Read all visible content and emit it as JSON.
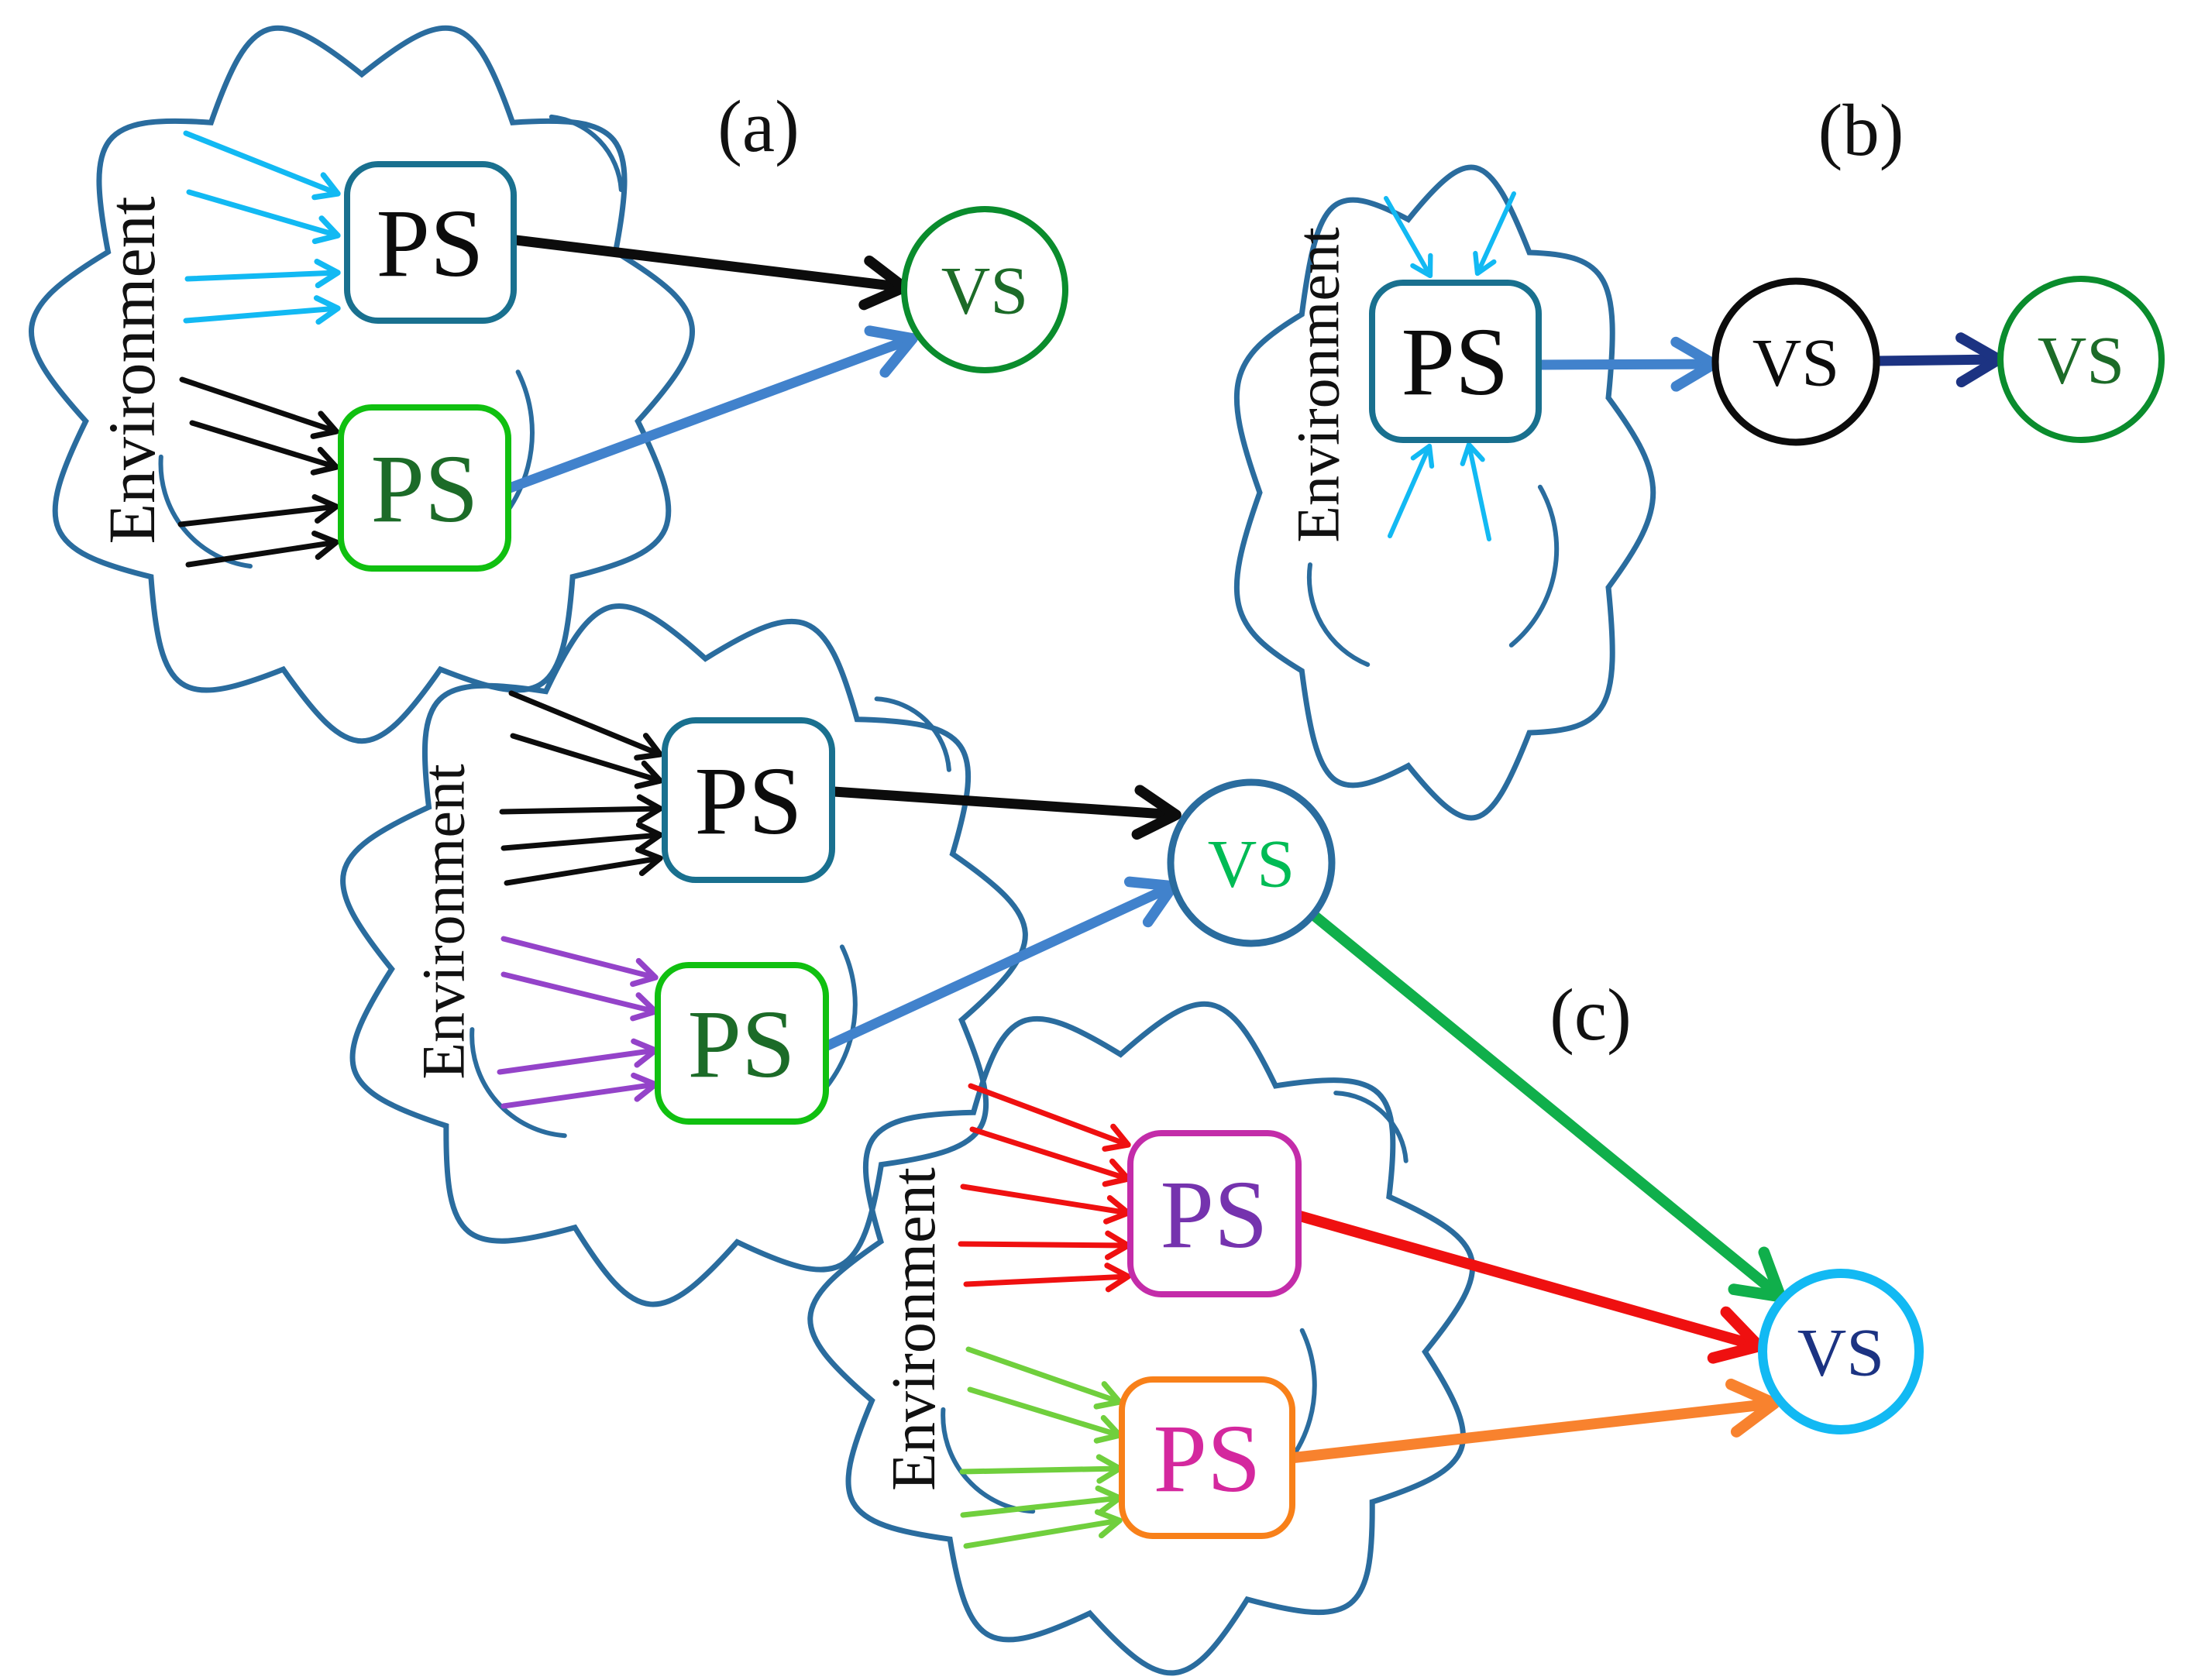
{
  "labels": {
    "environment": "Environment",
    "ps": "PS",
    "vs": "VS"
  },
  "panels": {
    "a": {
      "label": "(a)"
    },
    "b": {
      "label": "(b)"
    },
    "c": {
      "label": "(c)"
    }
  },
  "node_counts": {
    "environment_clouds": 4,
    "physical_sensors": 7,
    "virtual_sensors": 5
  },
  "colors": {
    "cloud": "#2A6C9E",
    "teal": "#19708F",
    "greenb": "#10C010",
    "greend": "#1C6B28",
    "vsgreen": "#0A8C2D",
    "cyan": "#12B9F3",
    "black": "#0C0C0C",
    "blue": "#4182CC",
    "navy": "#1C3382",
    "slate": "#2A6C9E",
    "vivid": "#00BB55",
    "purple": "#9443C9",
    "red": "#EF1010",
    "magenta": "#C32CA9",
    "purpletext": "#7533AE",
    "orangeb": "#F88019",
    "pinktext": "#D4289E",
    "lgreen": "#70CF3D",
    "green": "#10AF4B",
    "orange": "#F8822E"
  }
}
